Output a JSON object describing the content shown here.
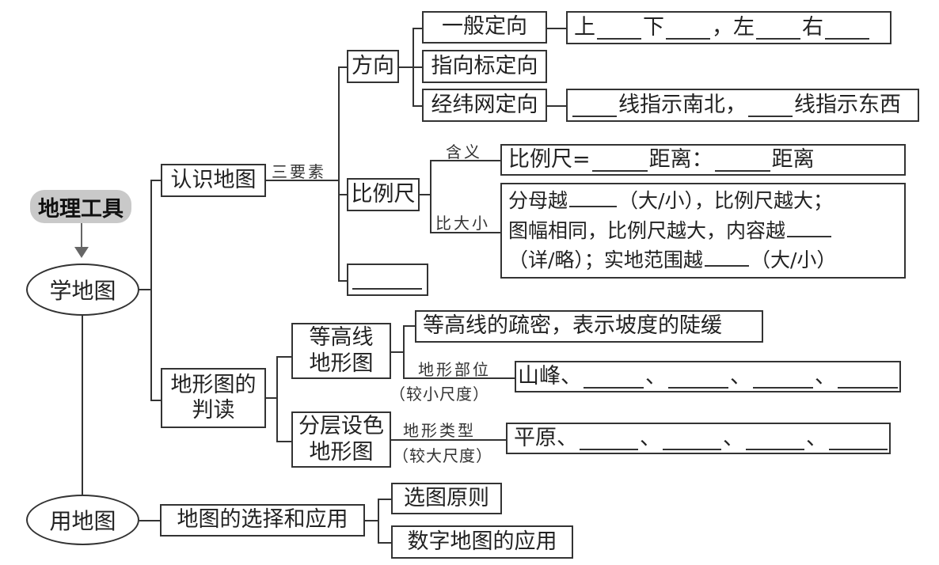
{
  "title": "地理工具",
  "root_learn": "学地图",
  "root_use": "用地图",
  "know_map": {
    "label": "认识地图",
    "connector": "三要素",
    "direction": {
      "label": "方向",
      "general": "一般定向",
      "general_fill": [
        "上",
        "下",
        "，左",
        "右"
      ],
      "compass": "指向标定向",
      "grid": "经纬网定向",
      "grid_fill": [
        "线指示南北，",
        "线指示东西"
      ]
    },
    "scale": {
      "label": "比例尺",
      "meaning_label": "含义",
      "meaning_text": [
        "比例尺=",
        "距离：",
        "距离"
      ],
      "compare_label": "比大小",
      "compare_lines": [
        [
          "分母越",
          "（大/小），比例尺越大；"
        ],
        [
          "图幅相同，比例尺越大，内容越",
          ""
        ],
        [
          "（详/略）；实地范围越",
          "（大/小）"
        ]
      ]
    },
    "third_element_blank": ""
  },
  "terrain": {
    "label_line1": "地形图的",
    "label_line2": "判读",
    "contour": {
      "line1": "等高线",
      "line2": "地形图",
      "density_text": "等高线的疏密，表示坡度的陡缓",
      "parts_label": "地形部位",
      "parts_sub": "（较小尺度）",
      "parts_first": "山峰、"
    },
    "layered": {
      "line1": "分层设色",
      "line2": "地形图",
      "types_label": "地形类型",
      "types_sub": "（较大尺度）",
      "types_first": "平原、"
    }
  },
  "use_map": {
    "label": "地图的选择和应用",
    "principle": "选图原则",
    "digital": "数字地图的应用"
  },
  "separator": "、"
}
